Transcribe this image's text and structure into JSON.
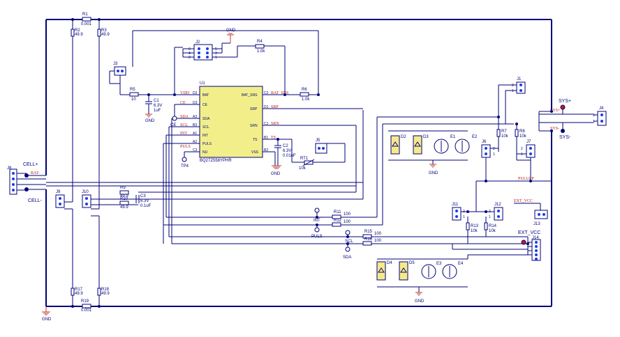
{
  "ic": {
    "ref": "U1",
    "part": "BQ27Z558YPHR",
    "left_pins": [
      {
        "name": "BAT",
        "num": "D2",
        "net": "VDD"
      },
      {
        "name": "CE",
        "num": "D3",
        "net": "CE"
      },
      {
        "name": "SDA",
        "num": "A3",
        "net": "SDA"
      },
      {
        "name": "SCL",
        "num": "B3",
        "net": "SCL"
      },
      {
        "name": "INT",
        "num": "A1",
        "net": "INT"
      },
      {
        "name": "PULS",
        "num": "A2",
        "net": "PULS"
      },
      {
        "name": "NU",
        "num": "C3",
        "net": ""
      }
    ],
    "right_pins": [
      {
        "name": "BAT_SNS",
        "num": "C2",
        "net": "BAT_SNS"
      },
      {
        "name": "SRP",
        "num": "D1",
        "net": "SRP"
      },
      {
        "name": "SRN",
        "num": "C1",
        "net": "SRN"
      },
      {
        "name": "TS",
        "num": "B1",
        "net": "TS"
      },
      {
        "name": "VSS",
        "num": "B2",
        "net": ""
      }
    ]
  },
  "resistors": [
    {
      "ref": "R1",
      "value": "0.001"
    },
    {
      "ref": "R2",
      "value": "49.9"
    },
    {
      "ref": "R3",
      "value": "49.9"
    },
    {
      "ref": "R4",
      "value": "1.0k"
    },
    {
      "ref": "R5",
      "value": "10"
    },
    {
      "ref": "R6",
      "value": "1.0k"
    },
    {
      "ref": "R7",
      "value": "10k"
    },
    {
      "ref": "R8",
      "value": "10k"
    },
    {
      "ref": "R9",
      "value": "49.9"
    },
    {
      "ref": "R10",
      "value": "49.9"
    },
    {
      "ref": "R11",
      "value": "100"
    },
    {
      "ref": "R12",
      "value": "100"
    },
    {
      "ref": "R13",
      "value": "10k"
    },
    {
      "ref": "R14",
      "value": "10k"
    },
    {
      "ref": "R15",
      "value": "100"
    },
    {
      "ref": "R16",
      "value": "100"
    },
    {
      "ref": "R17",
      "value": "49.9"
    },
    {
      "ref": "R18",
      "value": "49.9"
    },
    {
      "ref": "R19",
      "value": "0.001"
    },
    {
      "ref": "RT1",
      "value": "10k"
    }
  ],
  "capacitors": [
    {
      "ref": "C1",
      "voltage": "6.3V",
      "value": "1uF"
    },
    {
      "ref": "C2",
      "voltage": "6.3V",
      "value": "0.01uF"
    },
    {
      "ref": "C3",
      "voltage": "6.3V",
      "value": "0.1uF"
    }
  ],
  "connectors": [
    "J1",
    "J2",
    "J3",
    "J4",
    "J5",
    "J6",
    "J7",
    "J8",
    "J9",
    "J10",
    "J11",
    "J12",
    "J13",
    "J14"
  ],
  "diodes": [
    "D2",
    "D3",
    "D4",
    "D5"
  ],
  "leds": [
    "E1",
    "E2",
    "E3",
    "E4"
  ],
  "nets": {
    "cell_plus": "CELL+",
    "cell_minus": "CELL-",
    "bat_minus": "BAT-",
    "sys_plus": "SYS+",
    "sys_minus": "SYS-",
    "sys_plus_short": "SYS+",
    "sys_minus_short": "SYS-",
    "pullup": "PULLUP",
    "ext_vcc": "EXT_VCC",
    "ext_vcc_label": "EXT_VCC",
    "gnd": "GND"
  },
  "test_points": [
    {
      "ref": "TP4",
      "label": "TP4"
    },
    {
      "ref": "CE",
      "label": "CE"
    },
    {
      "ref": "INT",
      "label": "INT"
    },
    {
      "ref": "PULS",
      "label": "PULS"
    },
    {
      "ref": "SCL",
      "label": "SCL"
    },
    {
      "ref": "SDA",
      "label": "SDA"
    }
  ]
}
